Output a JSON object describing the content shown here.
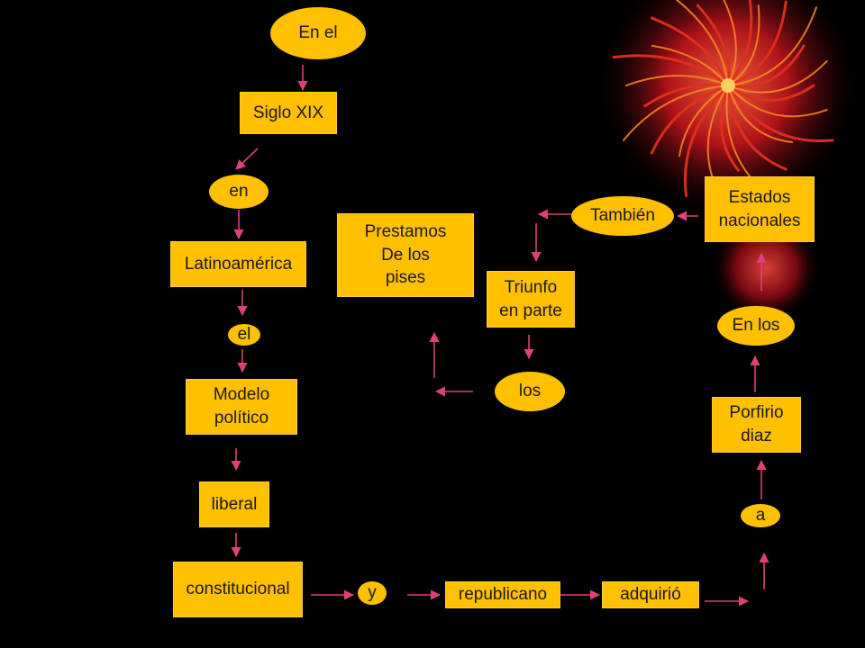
{
  "colors": {
    "background": "#000000",
    "node_fill": "#FFC000",
    "node_text": "#1a1a1a",
    "arrow": "#E0407A",
    "decoration": "#E0301E"
  },
  "decoration": "red-glowing-sphere-with-radiating-strands",
  "nodes": {
    "en_el": "En el",
    "siglo": "Siglo XIX",
    "en": "en",
    "latinoamerica": "Latinoamérica",
    "el": "el",
    "modelo": "Modelo\npolítico",
    "liberal": "liberal",
    "constitucional": "constitucional",
    "y": "y",
    "republicano": "republicano",
    "adquirio": "adquirió",
    "a": "a",
    "porfirio": "Porfirio\ndiaz",
    "en_los": "En los",
    "estados": "Estados\nnacionales",
    "tambien": "También",
    "triunfo": "Triunfo\nen parte",
    "los": "los",
    "prestamos": "Prestamos\nDe los\npises"
  }
}
